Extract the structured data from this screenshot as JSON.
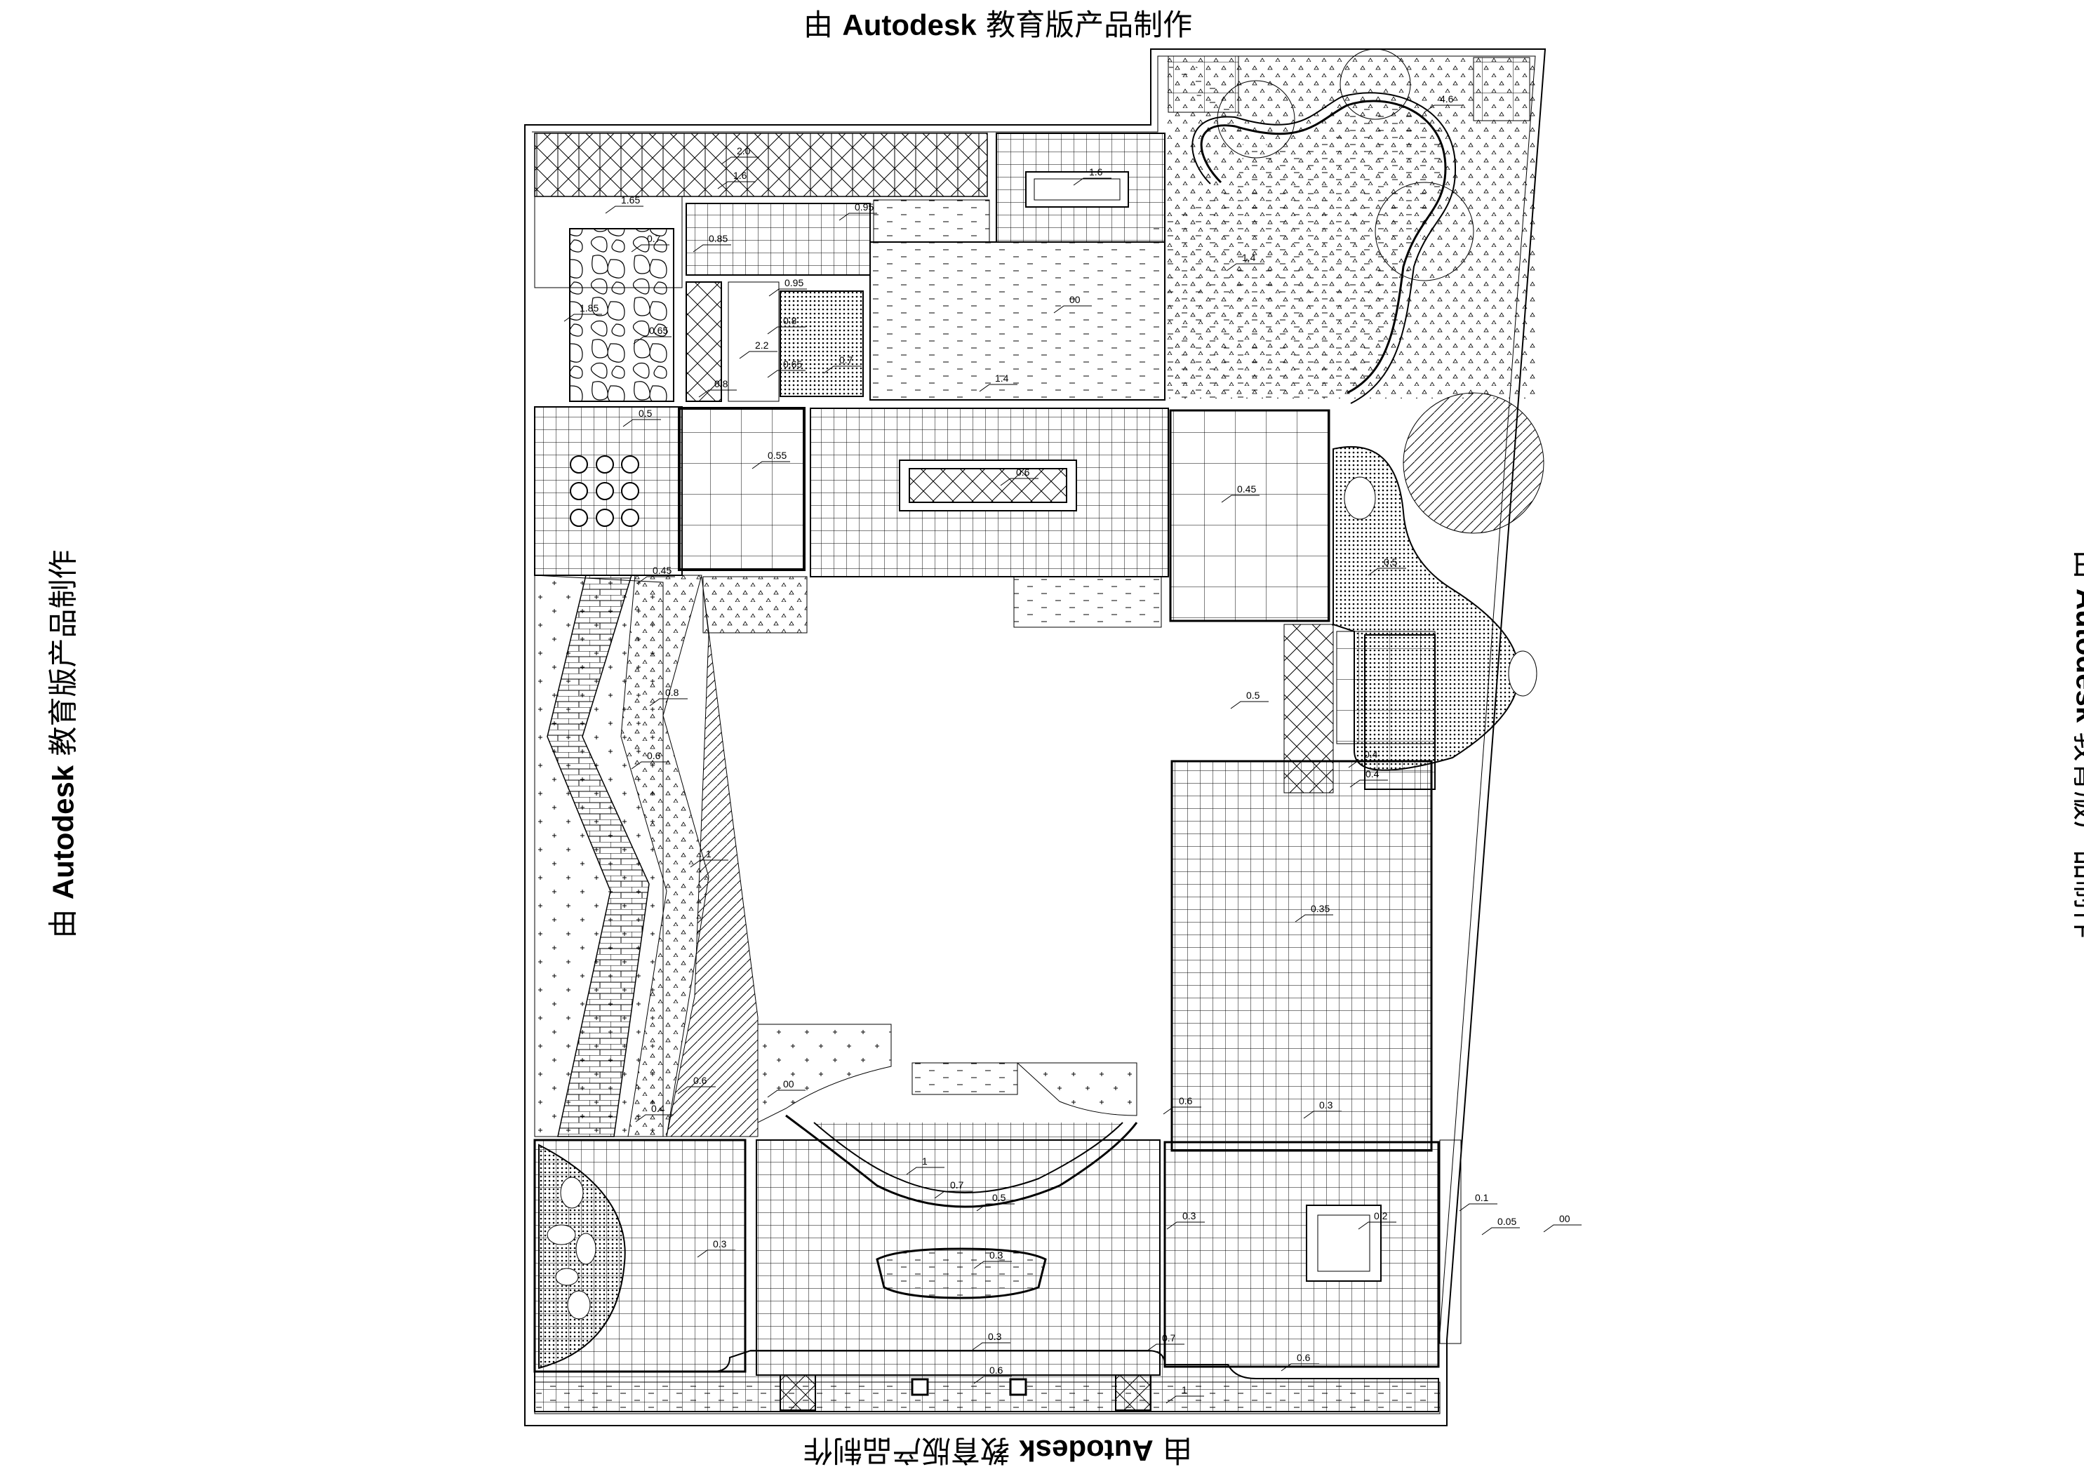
{
  "watermark": {
    "prefix": "由",
    "brand": "Autodesk",
    "suffix": "教育版产品制作"
  },
  "elevation_labels": [
    {
      "id": "l1",
      "text": "2.0"
    },
    {
      "id": "l2",
      "text": "1.6"
    },
    {
      "id": "l3",
      "text": "1.65"
    },
    {
      "id": "l4",
      "text": "1.6"
    },
    {
      "id": "l5",
      "text": "0.95"
    },
    {
      "id": "l6",
      "text": "0.7"
    },
    {
      "id": "l7",
      "text": "0.85"
    },
    {
      "id": "l8",
      "text": "1.85"
    },
    {
      "id": "l9",
      "text": "0.65"
    },
    {
      "id": "l10",
      "text": "0.95"
    },
    {
      "id": "l11",
      "text": "0.8"
    },
    {
      "id": "l12",
      "text": "2.2"
    },
    {
      "id": "l13",
      "text": "0.65"
    },
    {
      "id": "l14",
      "text": "0.7"
    },
    {
      "id": "l15",
      "text": "0.8"
    },
    {
      "id": "l16",
      "text": "1.4"
    },
    {
      "id": "l17",
      "text": "00"
    },
    {
      "id": "l18",
      "text": "1.4"
    },
    {
      "id": "l19",
      "text": "4.6"
    },
    {
      "id": "l20",
      "text": "0.5"
    },
    {
      "id": "l21",
      "text": "0.55"
    },
    {
      "id": "l22",
      "text": "0.6"
    },
    {
      "id": "l23",
      "text": "0.45"
    },
    {
      "id": "l24",
      "text": "0.45"
    },
    {
      "id": "l25",
      "text": "0.5"
    },
    {
      "id": "l26",
      "text": "0.8"
    },
    {
      "id": "l27",
      "text": "0.5"
    },
    {
      "id": "l28",
      "text": "0.6"
    },
    {
      "id": "l29",
      "text": "0.4"
    },
    {
      "id": "l30",
      "text": "0.4"
    },
    {
      "id": "l31",
      "text": "1"
    },
    {
      "id": "l32",
      "text": "0.35"
    },
    {
      "id": "l33",
      "text": "0.6"
    },
    {
      "id": "l34",
      "text": "0.4"
    },
    {
      "id": "l35",
      "text": "00"
    },
    {
      "id": "l36",
      "text": "0.6"
    },
    {
      "id": "l37",
      "text": "0.3"
    },
    {
      "id": "l38",
      "text": "1"
    },
    {
      "id": "l39",
      "text": "0.7"
    },
    {
      "id": "l40",
      "text": "0.5"
    },
    {
      "id": "l41",
      "text": "0.3"
    },
    {
      "id": "l42",
      "text": "0.3"
    },
    {
      "id": "l43",
      "text": "0.3"
    },
    {
      "id": "l44",
      "text": "0.2"
    },
    {
      "id": "l45",
      "text": "0.1"
    },
    {
      "id": "l46",
      "text": "0.05"
    },
    {
      "id": "l47",
      "text": "00"
    },
    {
      "id": "l48",
      "text": "0.3"
    },
    {
      "id": "l49",
      "text": "0.7"
    },
    {
      "id": "l50",
      "text": "0.6"
    },
    {
      "id": "l51",
      "text": "0.6"
    },
    {
      "id": "l52",
      "text": "1"
    }
  ]
}
